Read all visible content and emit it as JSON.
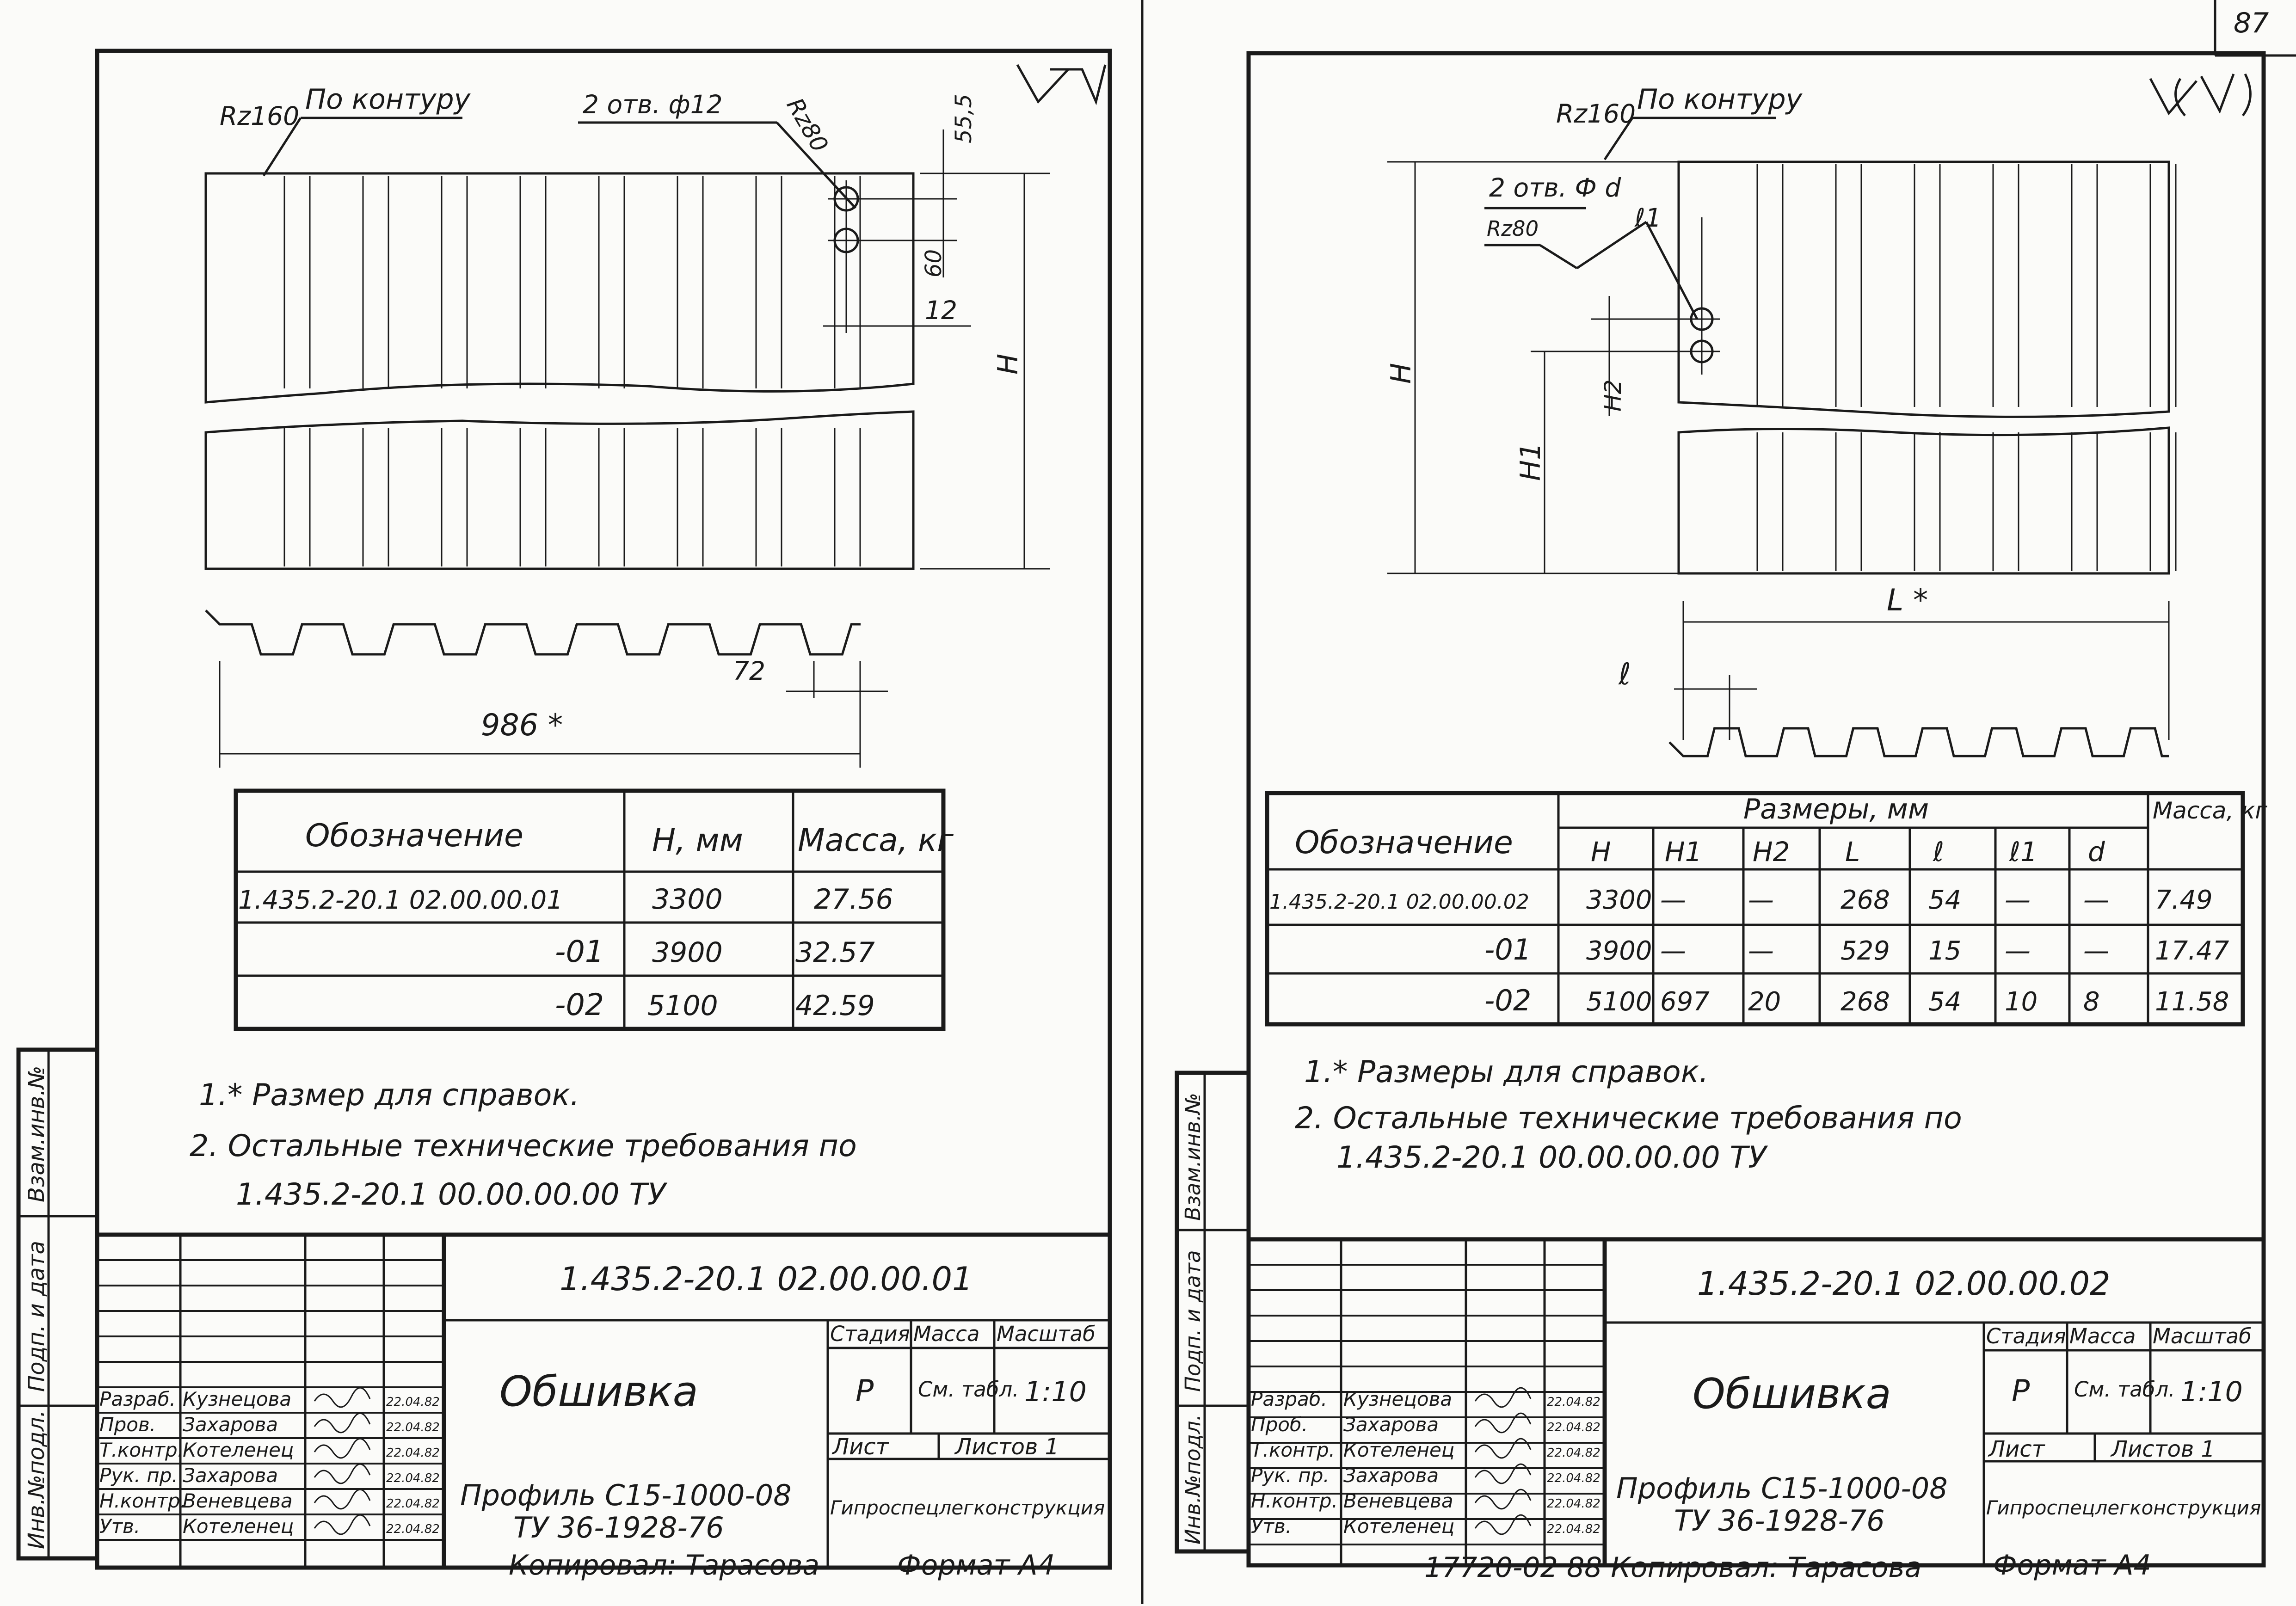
{
  "page_number": "87",
  "sheet1": {
    "surface_mark": "Rz160",
    "contour_note": "По контуру",
    "holes_note": "2 отв. ф12",
    "hole_rough": "Rz80",
    "dim_55": "55,5",
    "dim_60": "60",
    "dim_12": "12",
    "dim_h": "H",
    "dim_72": "72",
    "dim_986": "986 *",
    "table": {
      "headers": [
        "Обозначение",
        "H, мм",
        "Масса, кг"
      ],
      "rows": [
        [
          "1.435.2-20.1 02.00.00.01",
          "3300",
          "27.56"
        ],
        [
          "-01",
          "3900",
          "32.57"
        ],
        [
          "-02",
          "5100",
          "42.59"
        ]
      ]
    },
    "note1": "1.* Размер для справок.",
    "note2a": "2. Остальные технические требования по",
    "note2b": "1.435.2-20.1 00.00.00.00 ТУ",
    "stamp": {
      "doc_code": "1.435.2-20.1 02.00.00.01",
      "title": "Обшивка",
      "subtitle1": "Профиль С15-1000-08",
      "subtitle2": "ТУ 36-1928-76",
      "org": "Гипроспецлегконструкция",
      "stage_label": "Стадия",
      "mass_label": "Масса",
      "scale_label": "Масштаб",
      "stage": "Р",
      "mass": "См. табл.",
      "scale": "1:10",
      "sheet_label": "Лист",
      "sheets_label": "Листов 1",
      "roles": [
        {
          "role": "Разраб.",
          "name": "Кузнецова",
          "date": "22.04.82"
        },
        {
          "role": "Пров.",
          "name": "Захарова",
          "date": "22.04.82"
        },
        {
          "role": "Т.контр.",
          "name": "Котеленец",
          "date": "22.04.82"
        },
        {
          "role": "Рук. пр.",
          "name": "Захарова",
          "date": "22.04.82"
        },
        {
          "role": "Н.контр.",
          "name": "Веневцева",
          "date": "22.04.82"
        },
        {
          "role": "Утв.",
          "name": "Котеленец",
          "date": "22.04.82"
        }
      ],
      "copied": "Копировал:  Тарасова",
      "format": "Формат А4"
    }
  },
  "sheet2": {
    "surface_mark": "Rz160",
    "contour_note": "По контуру",
    "holes_note": "2 отв. Ф d",
    "hole_rough": "Rz80",
    "dim_l1": "ℓ1",
    "dim_h": "H",
    "dim_h1": "H1",
    "dim_h2": "H2",
    "dim_L": "L *",
    "dim_l": "ℓ",
    "table": {
      "col1": "Обозначение",
      "group": "Размеры, мм",
      "mass": "Масса, кг",
      "sub": [
        "H",
        "H1",
        "H2",
        "L",
        "ℓ",
        "ℓ1",
        "d"
      ],
      "rows": [
        [
          "1.435.2-20.1 02.00.00.02",
          "3300",
          "—",
          "—",
          "268",
          "54",
          "—",
          "—",
          "7.49"
        ],
        [
          "-01",
          "3900",
          "—",
          "—",
          "529",
          "15",
          "—",
          "—",
          "17.47"
        ],
        [
          "-02",
          "5100",
          "697",
          "20",
          "268",
          "54",
          "10",
          "8",
          "11.58"
        ]
      ]
    },
    "note1": "1.* Размеры для справок.",
    "note2a": "2. Остальные технические требования по",
    "note2b": "1.435.2-20.1 00.00.00.00 ТУ",
    "stamp": {
      "doc_code": "1.435.2-20.1 02.00.00.02",
      "title": "Обшивка",
      "subtitle1": "Профиль С15-1000-08",
      "subtitle2": "ТУ 36-1928-76",
      "org": "Гипроспецлегконструкция",
      "stage_label": "Стадия",
      "mass_label": "Масса",
      "scale_label": "Масштаб",
      "stage": "Р",
      "mass": "См. табл.",
      "scale": "1:10",
      "sheet_label": "Лист",
      "sheets_label": "Листов 1",
      "roles": [
        {
          "role": "Разраб.",
          "name": "Кузнецова",
          "date": "22.04.82"
        },
        {
          "role": "Проб.",
          "name": "Захарова",
          "date": "22.04.82"
        },
        {
          "role": "Т.контр.",
          "name": "Котеленец",
          "date": "22.04.82"
        },
        {
          "role": "Рук. пр.",
          "name": "Захарова",
          "date": "22.04.82"
        },
        {
          "role": "Н.контр.",
          "name": "Веневцева",
          "date": "22.04.82"
        },
        {
          "role": "Утв.",
          "name": "Котеленец",
          "date": "22.04.82"
        }
      ],
      "copied": "17720-02 88 Копировал:  Тарасова",
      "format": "Формат А4"
    }
  },
  "side_labels": [
    "Инв.№подл.",
    "Подп. и дата",
    "Взам.инв.№"
  ]
}
